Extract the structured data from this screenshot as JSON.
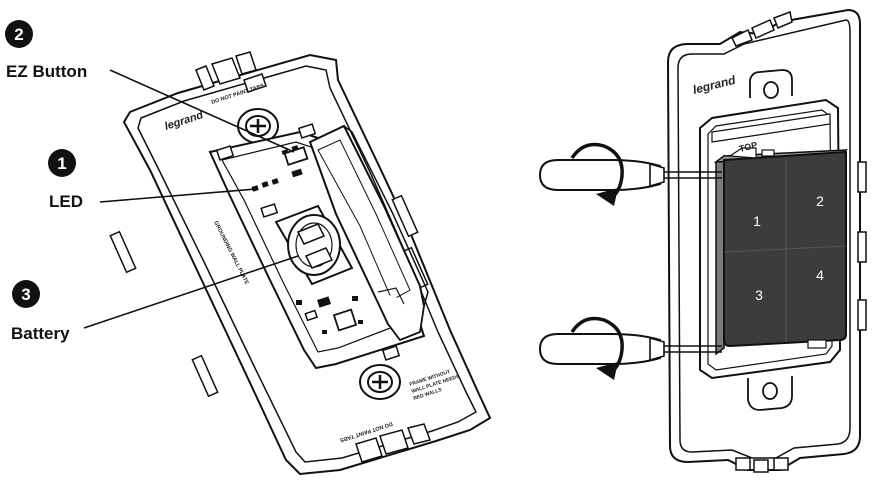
{
  "colors": {
    "ink": "#111111",
    "plate": "#ffffff",
    "keypad": "#3c3c3c",
    "board": "#ffffff"
  },
  "callouts": [
    {
      "number": "2",
      "label": "EZ Button"
    },
    {
      "number": "1",
      "label": "LED"
    },
    {
      "number": "3",
      "label": "Battery"
    }
  ],
  "left_device": {
    "brand": "legrand",
    "top_text": "DO NOT PAINT TABS",
    "side_text": "GROUNDING WALL PLATE",
    "frame_note": [
      "FRAME WITHOUT",
      "WALL PLATE NEEDS",
      "RED WALLS"
    ],
    "bottom_text": "DO NOT PAINT TABS"
  },
  "right_device": {
    "brand": "legrand",
    "top_label": "TOP",
    "keys": [
      "1",
      "2",
      "3",
      "4"
    ],
    "arrow_icons": [
      "rotate-arrow-icon",
      "rotate-arrow-icon"
    ],
    "tool_icons": [
      "screwdriver-icon",
      "screwdriver-icon"
    ]
  }
}
